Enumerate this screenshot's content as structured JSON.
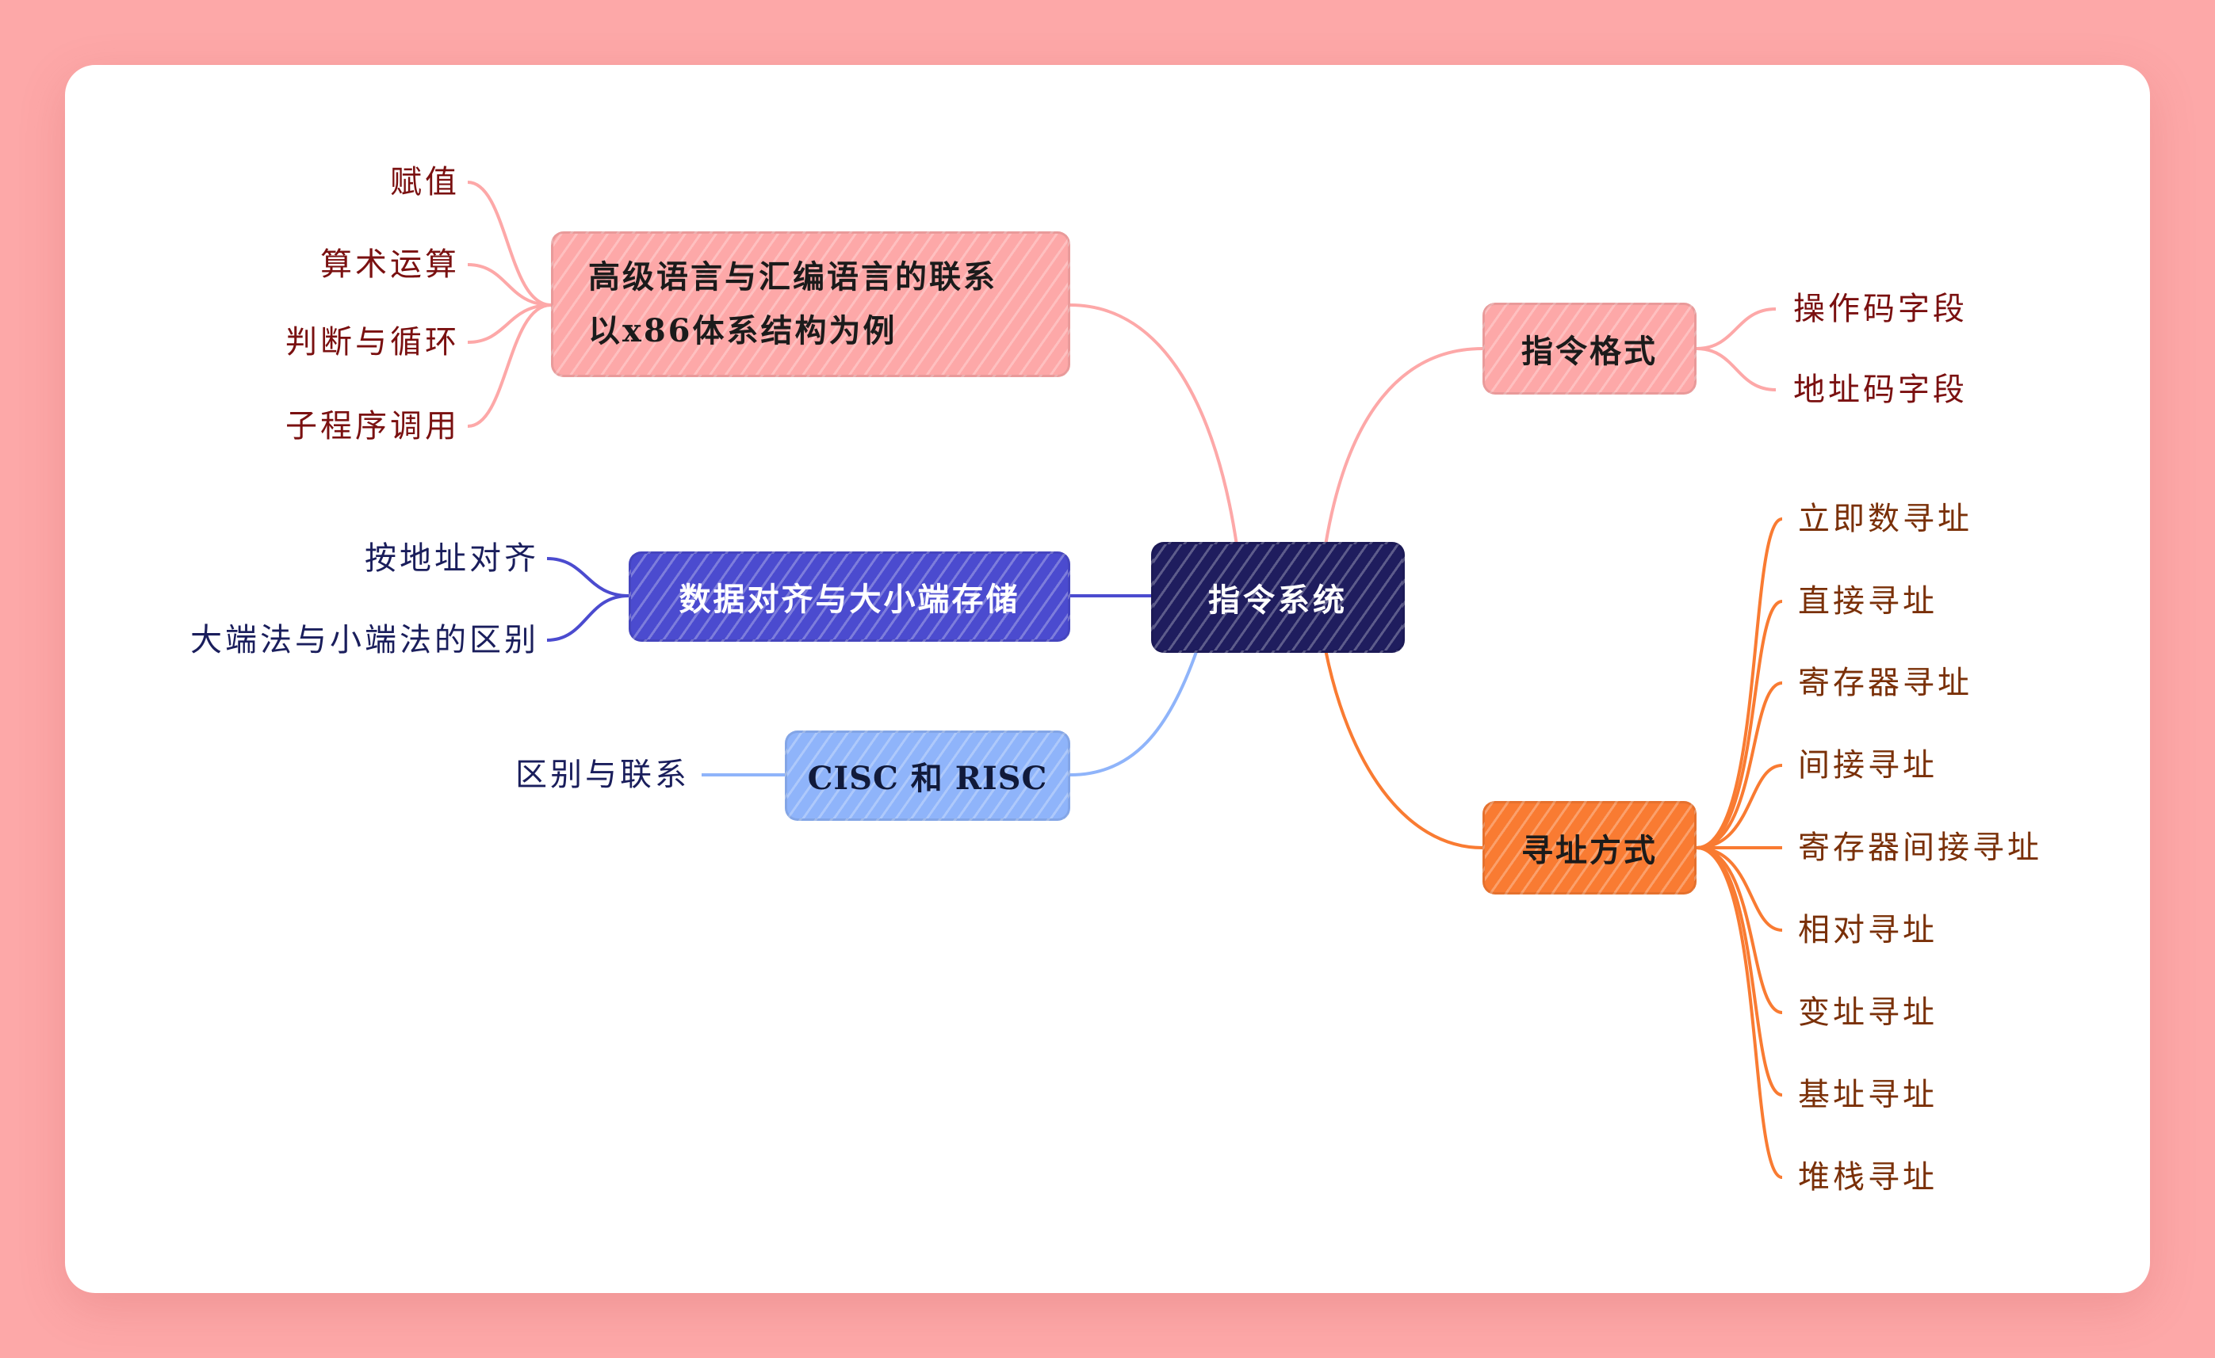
{
  "root": {
    "label": "指令系统"
  },
  "branches": {
    "hll": {
      "line1": "高级语言与汇编语言的联系",
      "line2": "以x86体系结构为例",
      "children": [
        "赋值",
        "算术运算",
        "判断与循环",
        "子程序调用"
      ]
    },
    "align": {
      "label": "数据对齐与大小端存储",
      "children": [
        "按地址对齐",
        "大端法与小端法的区别"
      ]
    },
    "cisc": {
      "label": "CISC 和 RISC",
      "children": [
        "区别与联系"
      ]
    },
    "format": {
      "label": "指令格式",
      "children": [
        "操作码字段",
        "地址码字段"
      ]
    },
    "addressing": {
      "label": "寻址方式",
      "children": [
        "立即数寻址",
        "直接寻址",
        "寄存器寻址",
        "间接寻址",
        "寄存器间接寻址",
        "相对寻址",
        "变址寻址",
        "基址寻址",
        "堆栈寻址"
      ]
    }
  },
  "colors": {
    "background": "#fda8a8",
    "root": "#1f1d5e",
    "pink": "#fda8a8",
    "blue": "#4b4bcf",
    "light_blue": "#8fb4fa",
    "orange": "#f97b32"
  }
}
